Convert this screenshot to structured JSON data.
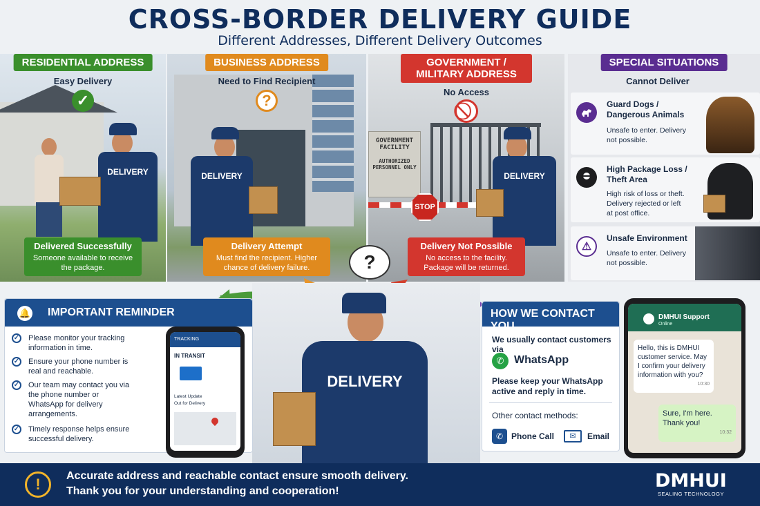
{
  "header": {
    "title": "CROSS-BORDER DELIVERY GUIDE",
    "subtitle": "Different Addresses, Different Delivery Outcomes"
  },
  "panels": [
    {
      "tag": "RESIDENTIAL ADDRESS",
      "tag_color": "#3a8f2c",
      "label": "Easy Delivery",
      "icon": "check-icon",
      "outcome_title": "Delivered Successfully",
      "outcome_text": "Someone available to receive the package.",
      "outcome_color": "#3a8f2c"
    },
    {
      "tag": "BUSINESS ADDRESS",
      "tag_color": "#e08a1e",
      "label": "Need to Find Recipient",
      "icon": "question-icon",
      "outcome_title": "Delivery Attempt",
      "outcome_text": "Must find the recipient. Higher chance of delivery failure.",
      "outcome_color": "#e08a1e"
    },
    {
      "tag": "GOVERNMENT / MILITARY ADDRESS",
      "tag_color": "#d3362e",
      "label": "No Access",
      "icon": "no-entry-icon",
      "sign_line1": "GOVERNMENT FACILITY",
      "sign_line2": "AUTHORIZED PERSONNEL ONLY",
      "stop": "STOP",
      "outcome_title": "Delivery Not Possible",
      "outcome_text": "No access to the facility. Package will be returned.",
      "outcome_color": "#d3362e"
    }
  ],
  "special": {
    "tag": "SPECIAL SITUATIONS",
    "tag_color": "#5a2d91",
    "label": "Cannot Deliver",
    "items": [
      {
        "title": "Guard Dogs / Dangerous Animals",
        "text": "Unsafe to enter. Delivery not possible.",
        "icon": "dog-icon"
      },
      {
        "title": "High Package Loss / Theft Area",
        "text": "High risk of loss or theft. Delivery rejected or left at post office.",
        "icon": "thief-icon"
      },
      {
        "title": "Unsafe Environment",
        "text": "Unsafe to enter. Delivery not possible.",
        "icon": "warning-icon"
      }
    ]
  },
  "courier": {
    "shirt": "DELIVERY",
    "thought": "?"
  },
  "reminder": {
    "title": "IMPORTANT REMINDER",
    "items": [
      "Please monitor your tracking information in time.",
      "Ensure your phone number is real and reachable.",
      "Our team may contact you via the phone number or WhatsApp for delivery arrangements.",
      "Timely response helps ensure successful delivery."
    ],
    "phone": {
      "header": "TRACKING",
      "status": "IN TRANSIT",
      "update_label": "Latest Update",
      "update_value": "Out for Delivery"
    }
  },
  "contact": {
    "title": "HOW WE CONTACT YOU",
    "intro": "We usually contact customers via",
    "channel": "WhatsApp",
    "note": "Please keep your WhatsApp active and reply in time.",
    "other_label": "Other contact methods:",
    "methods": [
      "Phone Call",
      "Email"
    ]
  },
  "chat": {
    "name": "DMHUI Support",
    "status": "Online",
    "msg_in": "Hello, this is DMHUI customer service. May I confirm your delivery information with you?",
    "msg_in_time": "10:30",
    "msg_out": "Sure, I'm here. Thank you!",
    "msg_out_time": "10:32"
  },
  "footer": {
    "line1": "Accurate address and reachable contact ensure smooth delivery.",
    "line2": "Thank you for your understanding and cooperation!",
    "brand": "DMHUI",
    "brand_sub": "SEALING TECHNOLOGY"
  },
  "colors": {
    "navy": "#0f2d5c",
    "blue": "#1d4f8f",
    "whatsapp": "#25a244"
  }
}
